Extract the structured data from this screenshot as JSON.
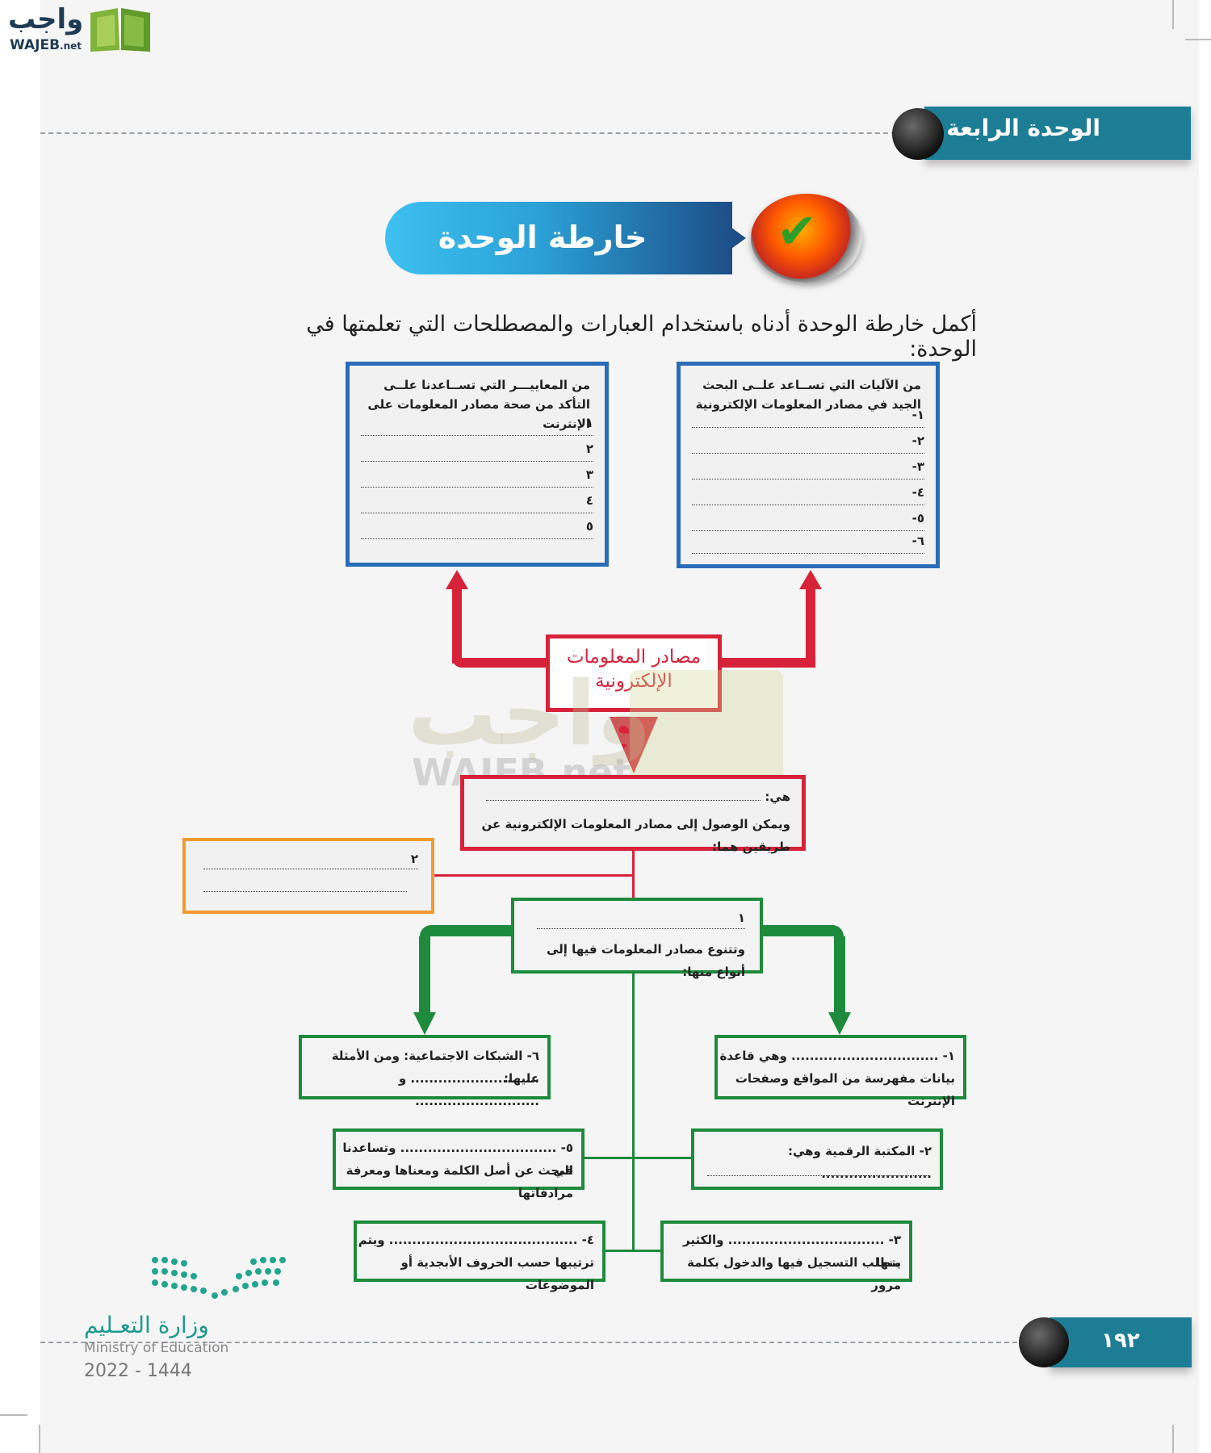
{
  "logo": {
    "arabic": "واجب",
    "english": "WAJEB",
    "suffix": ".net"
  },
  "unit_tab": {
    "title": "الوحدة الرابعة"
  },
  "banner": {
    "title": "خارطة الوحدة"
  },
  "instruction": "أكمل خارطة الوحدة أدناه باستخدام العبارات والمصطلحات التي تعلمتها في الوحدة:",
  "box_criteria": {
    "title": "من المعاييـــر التي تســاعدنا علــى التأكد من صحة مصادر المعلومات على الإنترنت",
    "items": [
      "١",
      "٢",
      "٣",
      "٤",
      "٥"
    ]
  },
  "box_mechanisms": {
    "title": "من الآليات التي تســاعد علــى البحث الجيد في مصادر المعلومات الإلكترونية",
    "items": [
      "١-",
      "٢-",
      "٣-",
      "٤-",
      "٥-",
      "٦-"
    ]
  },
  "center": {
    "line1": "مصادر المعلومات",
    "line2": "الإلكترونية"
  },
  "definition_box": {
    "line1": "هي:",
    "line2": "ويمكن الوصول إلى مصادر المعلومات الإلكترونية عن طريقين هما:"
  },
  "way2_box": {
    "label": "٢"
  },
  "way1_box": {
    "label": "١",
    "line2": "وتتنوع مصادر المعلومات فيها إلى أنواع منها:"
  },
  "types": {
    "t1": {
      "line1": "١- ................................ وهي قاعدة",
      "line2": "بيانات مفهرسة من المواقع وصفحات الإنترنت"
    },
    "t2": {
      "line1": "٢- المكتبة الرقمية وهي: ........................"
    },
    "t3": {
      "line1": "٣- .................................. والكثير منها",
      "line2": "يتطلب  التسجيل فيها والدخول بكلمة مرور"
    },
    "t4": {
      "line1": "٤- ......................................... ويتم",
      "line2": "ترتيبها حسب الحروف الأبجدية أو الموضوعات"
    },
    "t5": {
      "line1": "٥- .................................. وتساعدنا في",
      "line2": "البحث عن أصل الكلمة ومعناها ومعرفة مرادفاتها"
    },
    "t6": {
      "line1": "٦- الشبكات الاجتماعية: ومن الأمثلة عليها:",
      "line2": "............................ و ..........................."
    }
  },
  "watermark": {
    "arabic": "واجب",
    "english": "WAJEB.net"
  },
  "page_number": "١٩٢",
  "ministry": {
    "arabic": "وزارة التعـليم",
    "english": "Ministry of Education",
    "year": "2022 - 1444"
  }
}
